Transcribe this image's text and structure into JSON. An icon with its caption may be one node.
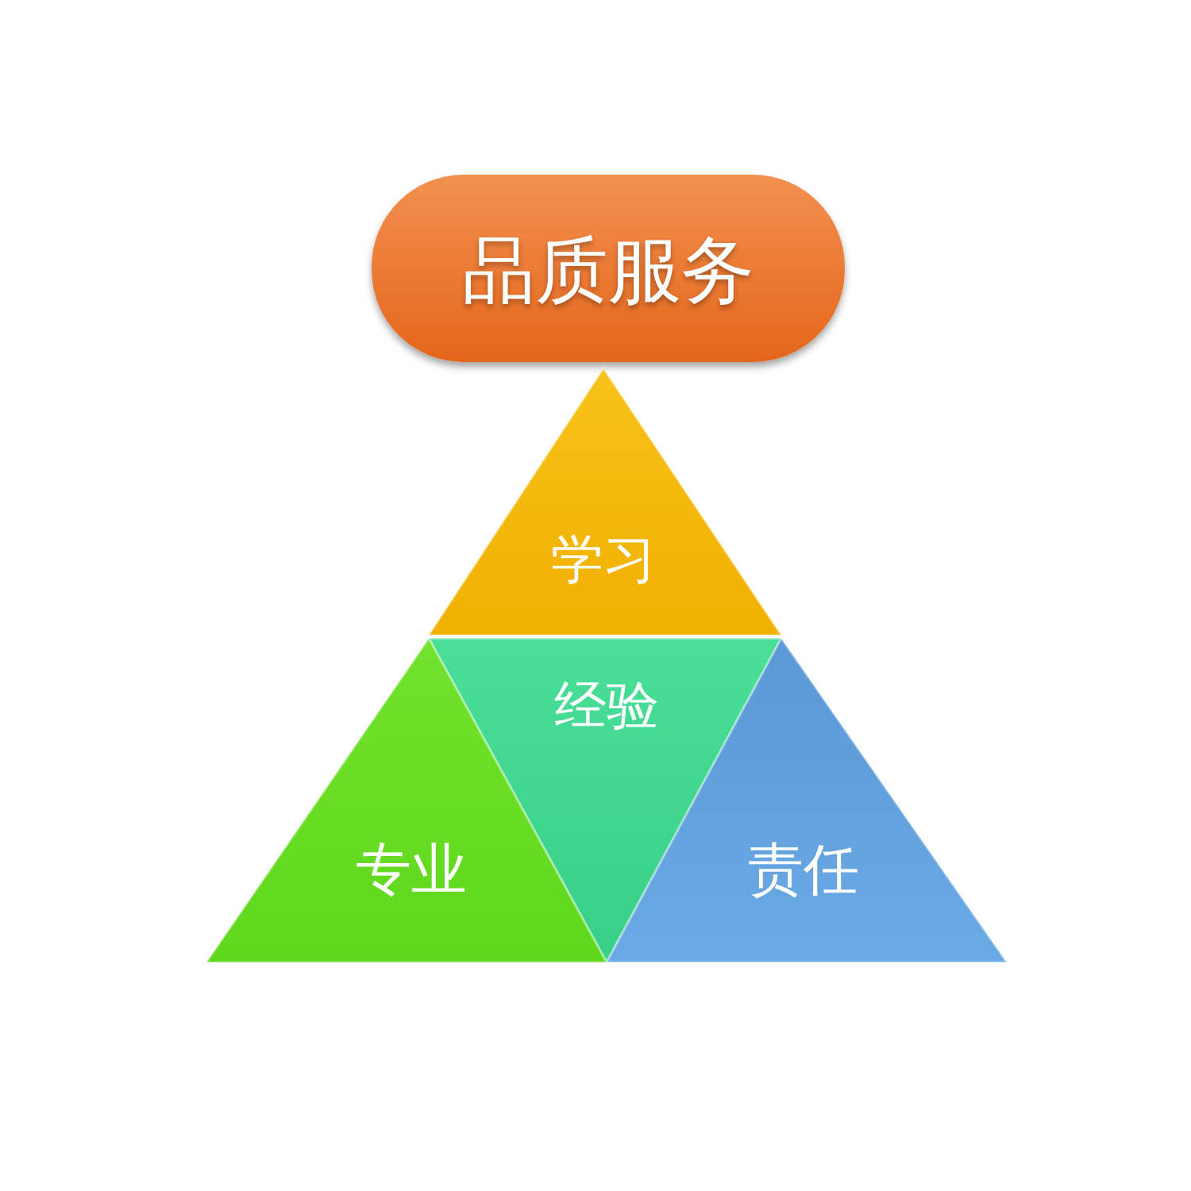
{
  "diagram": {
    "nodes": [
      {
        "text": [
          "品质服务"
        ]
      },
      {
        "text": [
          "学习"
        ]
      },
      {
        "text": [
          "经验"
        ]
      },
      {
        "text": [
          "专业"
        ]
      },
      {
        "text": [
          "责任"
        ]
      }
    ]
  }
}
